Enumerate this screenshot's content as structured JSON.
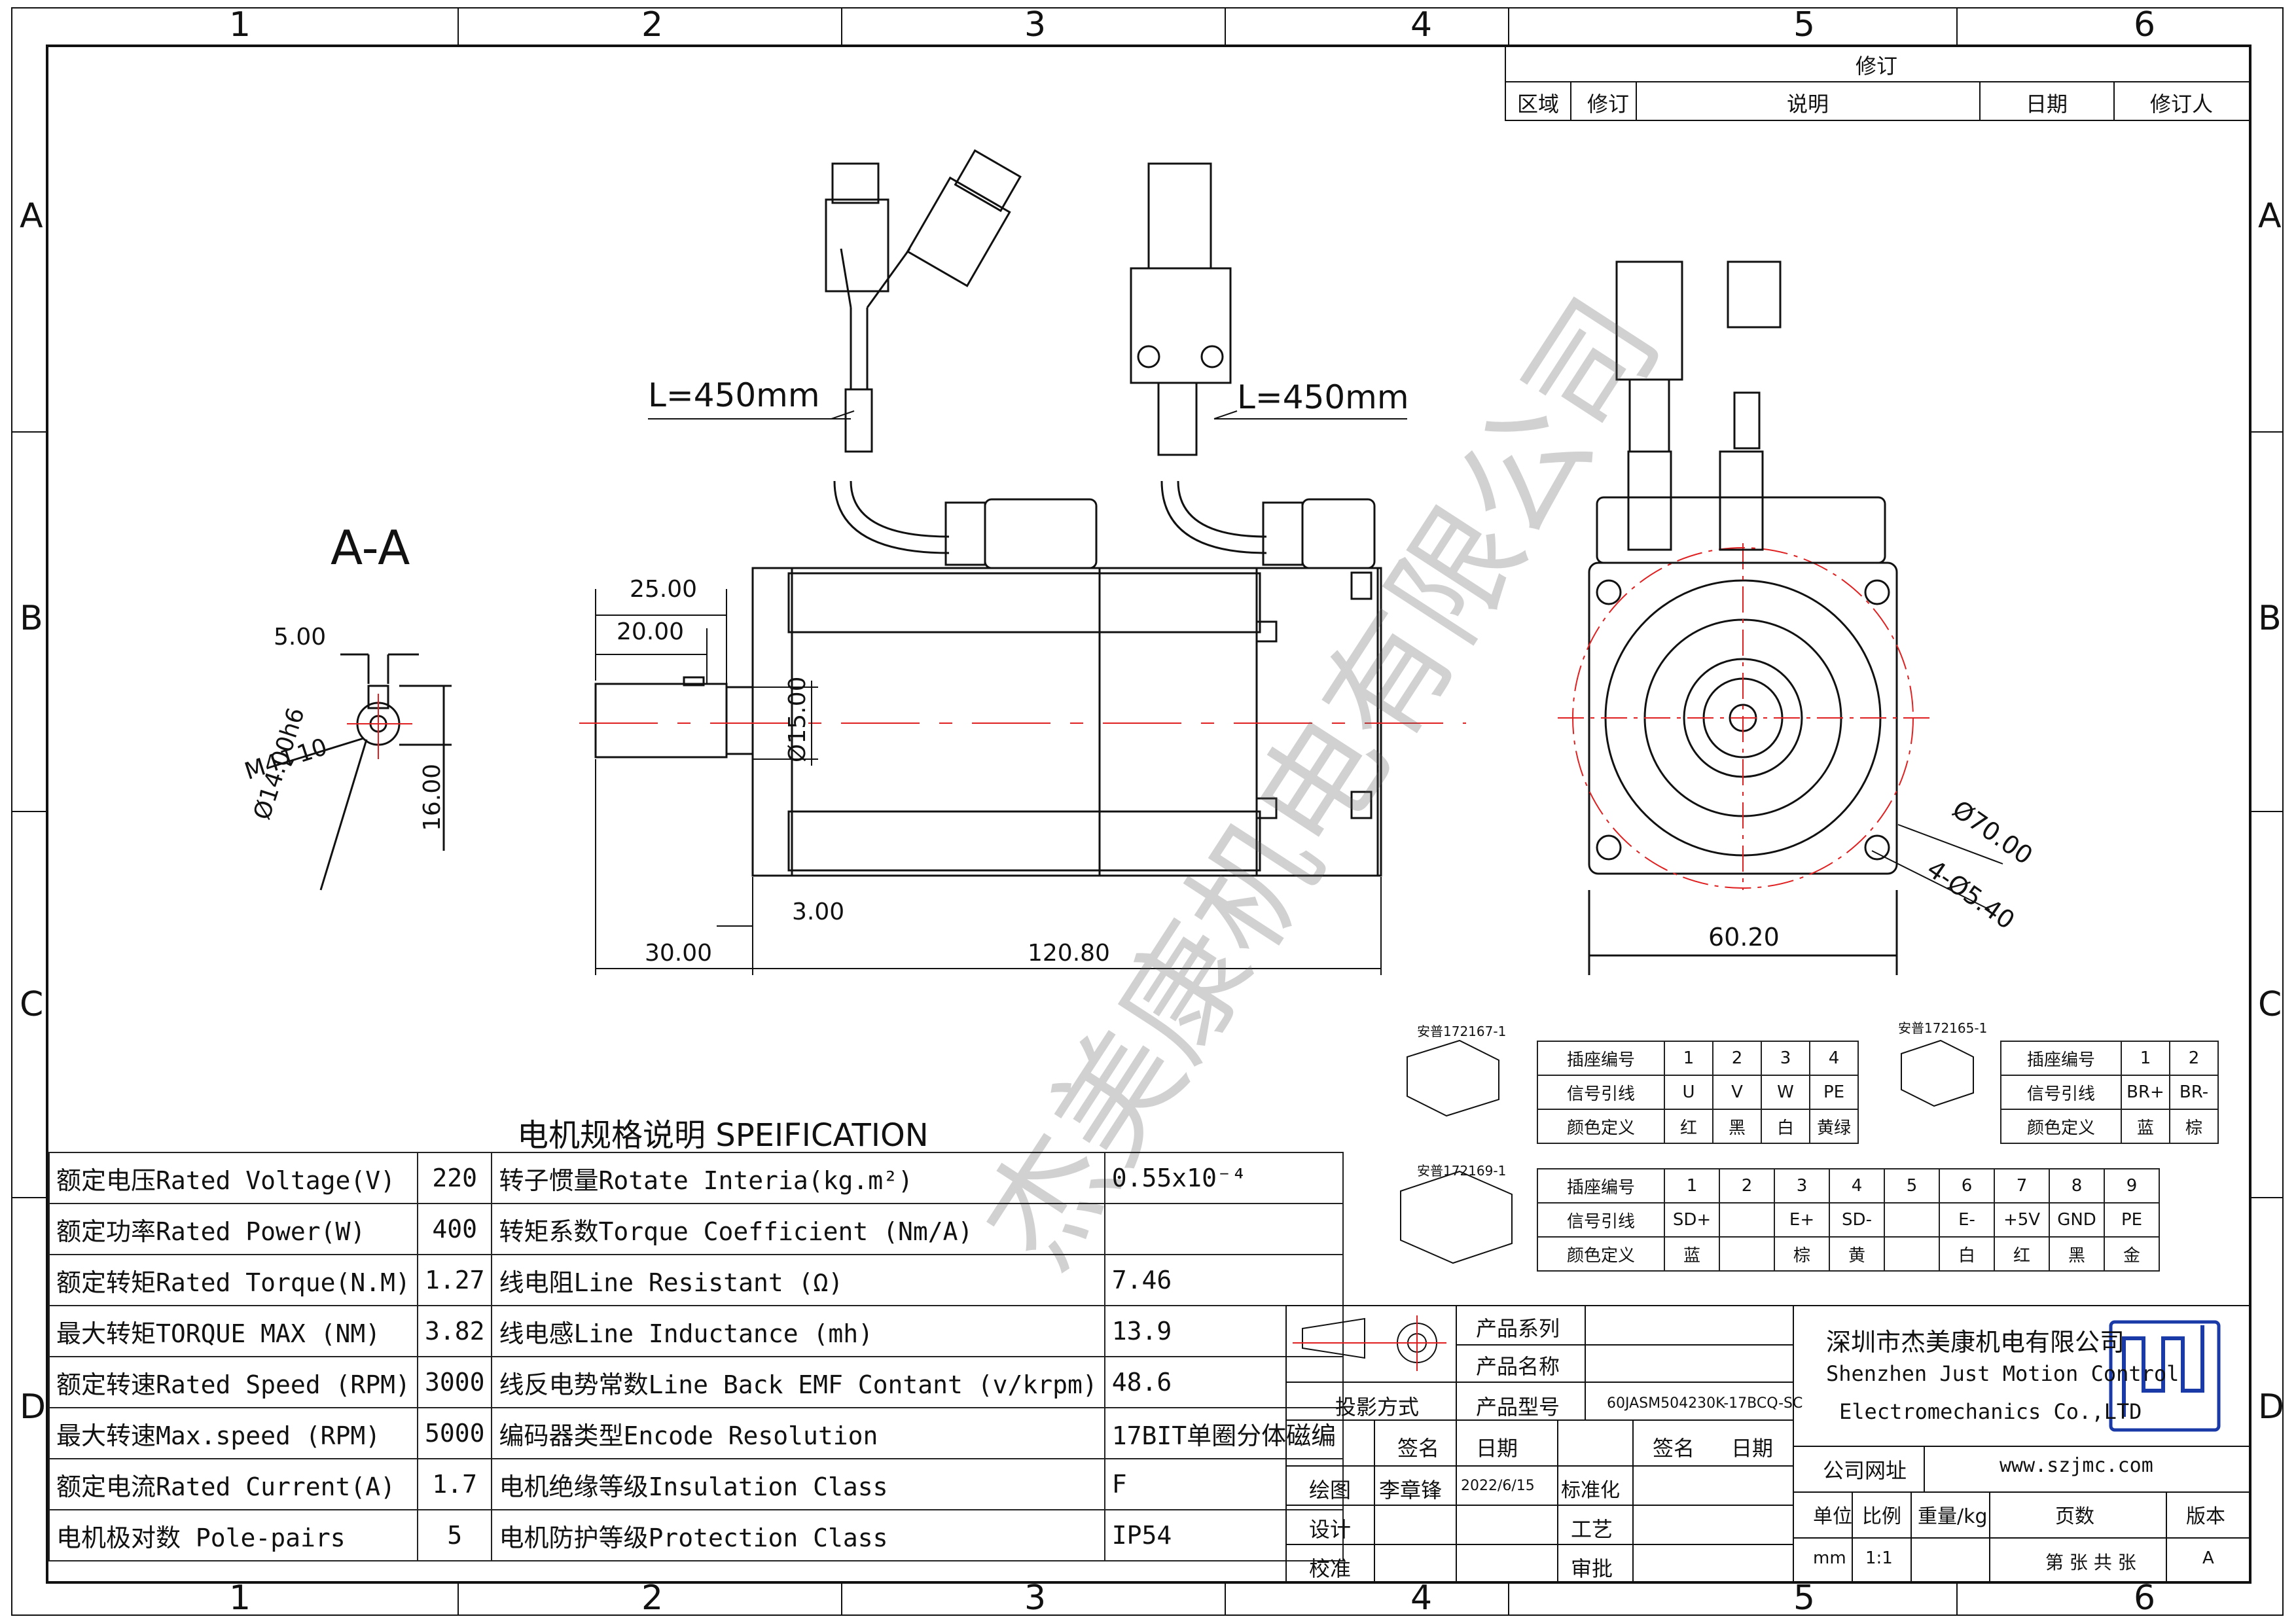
{
  "zones": {
    "cols": [
      "1",
      "2",
      "3",
      "4",
      "5",
      "6"
    ],
    "rows": [
      "A",
      "B",
      "C",
      "D"
    ]
  },
  "revision": {
    "title": "修订",
    "headers": [
      "区域",
      "修订",
      "说明",
      "日期",
      "修订人"
    ]
  },
  "section_label": "A-A",
  "dimensions": {
    "key_width": "5.00",
    "thread": "M4",
    "thread_depth": "10",
    "shaft_dia": "Ø14.00h6",
    "key_height": "16.00",
    "d25": "25.00",
    "d20": "20.00",
    "d15": "Ø15.00",
    "d3": "3.00",
    "d30": "30.00",
    "d120": "120.80",
    "cable_left": "L=450mm",
    "cable_right": "L=450mm",
    "pcd": "Ø70.00",
    "holes": "4-Ø5.40",
    "flange": "60.20"
  },
  "watermark": "杰美康机电有限公司",
  "spec": {
    "title": "电机规格说明 SPEIFICATION",
    "rows": [
      [
        "额定电压Rated Voltage(V)",
        "220",
        "转子惯量Rotate Interia(kg.m²)",
        "0.55x10⁻⁴"
      ],
      [
        "额定功率Rated Power(W)",
        "400",
        "转矩系数Torque Coefficient (Nm/A)",
        ""
      ],
      [
        "额定转矩Rated Torque(N.M)",
        "1.27",
        "线电阻Line Resistant (Ω)",
        "7.46"
      ],
      [
        "最大转矩TORQUE MAX (NM)",
        "3.82",
        "线电感Line Inductance (mh)",
        "13.9"
      ],
      [
        "额定转速Rated Speed (RPM)",
        "3000",
        "线反电势常数Line Back EMF Contant (v/krpm)",
        "48.6"
      ],
      [
        "最大转速Max.speed (RPM)",
        "5000",
        "编码器类型Encode Resolution",
        "17BIT单圈分体磁编"
      ],
      [
        "额定电流Rated Current(A)",
        "1.7",
        "电机绝缘等级Insulation Class",
        "F"
      ],
      [
        "电机极对数 Pole-pairs",
        "5",
        "电机防护等级Protection Class",
        "IP54"
      ]
    ]
  },
  "connectors": {
    "c1_label": "安普172167-1",
    "c2_label": "安普172165-1",
    "c3_label": "安普172169-1",
    "power": {
      "rows": [
        [
          "插座编号",
          "1",
          "2",
          "3",
          "4"
        ],
        [
          "信号引线",
          "U",
          "V",
          "W",
          "PE"
        ],
        [
          "颜色定义",
          "红",
          "黑",
          "白",
          "黄绿"
        ]
      ]
    },
    "brake": {
      "rows": [
        [
          "插座编号",
          "1",
          "2"
        ],
        [
          "信号引线",
          "BR+",
          "BR-"
        ],
        [
          "颜色定义",
          "蓝",
          "棕"
        ]
      ]
    },
    "encoder": {
      "rows": [
        [
          "插座编号",
          "1",
          "2",
          "3",
          "4",
          "5",
          "6",
          "7",
          "8",
          "9"
        ],
        [
          "信号引线",
          "SD+",
          "",
          "E+",
          "SD-",
          "",
          "E-",
          "+5V",
          "GND",
          "PE"
        ],
        [
          "颜色定义",
          "蓝",
          "",
          "棕",
          "黄",
          "",
          "白",
          "红",
          "黑",
          "金"
        ]
      ]
    }
  },
  "titleblock": {
    "series_label": "产品系列",
    "name_label": "产品名称",
    "model_label": "产品型号",
    "model": "60JASM504230K-17BCQ-SC",
    "projection": "投影方式",
    "sign": "签名",
    "date": "日期",
    "draw": "绘图",
    "drawer": "李章锋",
    "draw_date": "2022/6/15",
    "design": "设计",
    "check": "校准",
    "standard": "标准化",
    "process": "工艺",
    "approve": "审批",
    "company_cn": "深圳市杰美康机电有限公司",
    "company_en1": "Shenzhen Just Motion Control",
    "company_en2": "Electromechanics Co.,LTD",
    "website_label": "公司网址",
    "website": "www.szjmc.com",
    "unit_label": "单位",
    "scale_label": "比例",
    "weight_label": "重量/kg",
    "pages_label": "页数",
    "version_label": "版本",
    "unit": "mm",
    "scale": "1:1",
    "pages": "第 张 共 张",
    "version": "A"
  },
  "colors": {
    "line": "#111111",
    "center": "#e02020"
  }
}
